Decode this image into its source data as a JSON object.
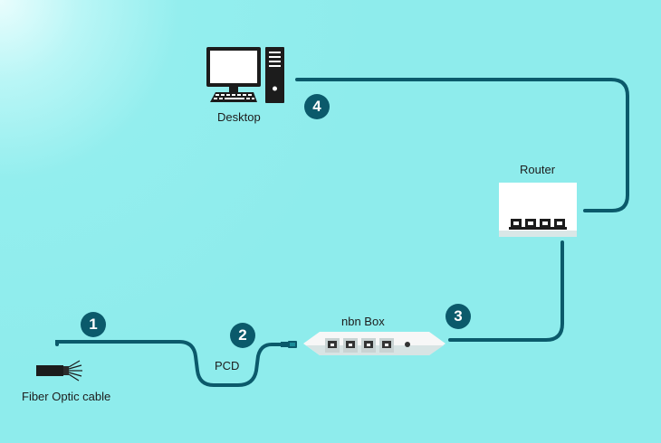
{
  "colors": {
    "background": "#8eecec",
    "cable": "#0b5a6b",
    "badge": "#0b5a6b",
    "badge_text": "#ffffff"
  },
  "devices": {
    "desktop": {
      "label": "Desktop",
      "icon": "desktop-computer-icon"
    },
    "router": {
      "label": "Router",
      "icon": "router-icon"
    },
    "nbn_box": {
      "label": "nbn Box",
      "icon": "nbn-box-icon"
    },
    "pcd": {
      "label": "PCD",
      "icon": "pcd-connector-icon"
    },
    "fiber": {
      "label": "Fiber Optic cable",
      "icon": "fiber-optic-cable-icon"
    }
  },
  "steps": [
    {
      "number": "1"
    },
    {
      "number": "2"
    },
    {
      "number": "3"
    },
    {
      "number": "4"
    }
  ]
}
